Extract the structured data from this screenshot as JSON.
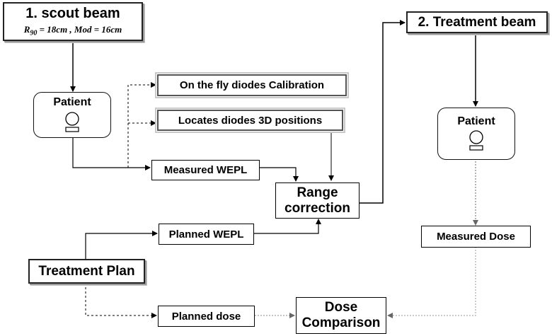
{
  "scout_beam": {
    "title": "1. scout beam",
    "r_label": "R",
    "r_sub": "90",
    "r_rest": " = 18cm , Mod = 16cm"
  },
  "treatment_beam": {
    "title": "2. Treatment beam"
  },
  "patient_left": {
    "label": "Patient"
  },
  "patient_right": {
    "label": "Patient"
  },
  "calibration": {
    "label": "On the fly diodes Calibration"
  },
  "locates": {
    "label": "Locates diodes 3D positions"
  },
  "measured_wepl": {
    "label": "Measured WEPL"
  },
  "range_correction": {
    "line1": "Range",
    "line2": "correction"
  },
  "planned_wepl": {
    "label": "Planned WEPL"
  },
  "treatment_plan": {
    "label": "Treatment Plan"
  },
  "planned_dose": {
    "label": "Planned dose"
  },
  "measured_dose": {
    "label": "Measured Dose"
  },
  "dose_comparison": {
    "line1": "Dose",
    "line2": "Comparison"
  }
}
